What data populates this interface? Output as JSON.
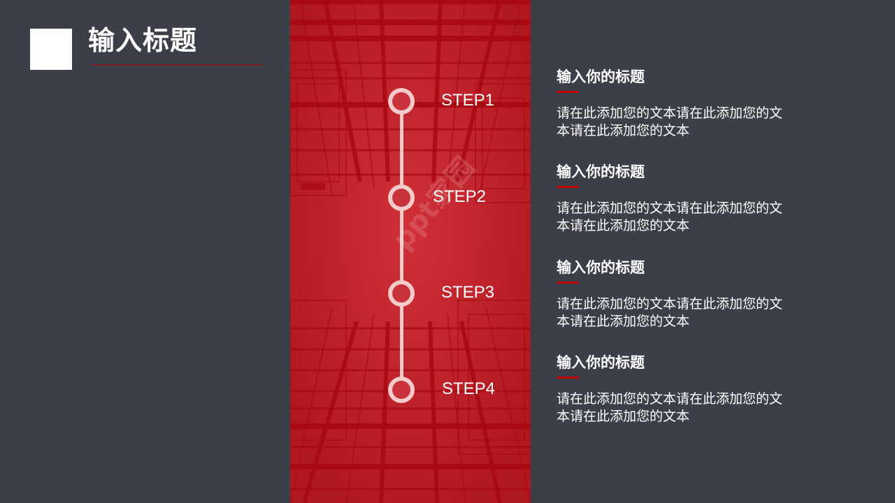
{
  "header": {
    "title": "输入标题"
  },
  "colors": {
    "background": "#3c3f47",
    "accent_red": "#c00000",
    "panel_red": "#c42a30",
    "underline": "#7a1e22"
  },
  "timeline": {
    "steps": [
      {
        "label": "STEP1"
      },
      {
        "label": "STEP2"
      },
      {
        "label": "STEP3"
      },
      {
        "label": "STEP4"
      }
    ],
    "watermark": "ppt家园"
  },
  "items": [
    {
      "title": "输入你的标题",
      "text": "请在此添加您的文本请在此添加您的文本请在此添加您的文本"
    },
    {
      "title": "输入你的标题",
      "text": "请在此添加您的文本请在此添加您的文本请在此添加您的文本"
    },
    {
      "title": "输入你的标题",
      "text": "请在此添加您的文本请在此添加您的文本请在此添加您的文本"
    },
    {
      "title": "输入你的标题",
      "text": "请在此添加您的文本请在此添加您的文本请在此添加您的文本"
    }
  ]
}
